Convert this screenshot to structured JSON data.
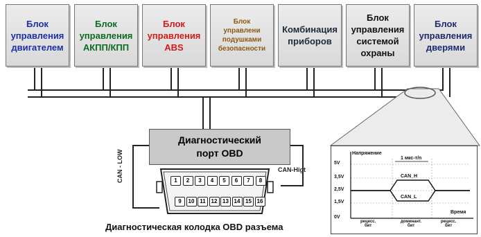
{
  "ecus": [
    {
      "label": "Блок\nуправления\nдвигателем",
      "color": "#1b2fa8"
    },
    {
      "label": "Блок\nуправления\nАКПП/КПП",
      "color": "#0d6b1f"
    },
    {
      "label": "Блок\nуправления\nABS",
      "color": "#d11a1a"
    },
    {
      "label": "Блок\nуправлени\nподушками\nбезопасности",
      "color": "#8a5a12"
    },
    {
      "label": "Комбинация\nприборов",
      "color": "#1e2a3a"
    },
    {
      "label": "Блок\nуправления\nсистемой\nохраны",
      "color": "#111111"
    },
    {
      "label": "Блок\nуправления\nдверями",
      "color": "#1e2a6e"
    }
  ],
  "diagnostic_port": {
    "label": "Диагностический\nпорт OBD"
  },
  "can_low": "CAN - LOW",
  "can_high": "CAN-Higt",
  "connector_pins_top": [
    "1",
    "2",
    "3",
    "4",
    "5",
    "6",
    "7",
    "8"
  ],
  "connector_pins_bottom": [
    "9",
    "10",
    "11",
    "12",
    "13",
    "14",
    "15",
    "16"
  ],
  "caption": "Диагностическая колодка OBD разъема",
  "scope": {
    "ylabel": "Напряжение",
    "xlabel": "Время",
    "yticks": [
      "5V",
      "3,5V",
      "2,5V",
      "1,5V",
      "0V"
    ],
    "time_label": "1 мкс-т/n",
    "can_h": "CAN_H",
    "can_l": "CAN_L",
    "bits": [
      "рецесс.\nбит",
      "доминант.\nбит",
      "рецесс.\nбит"
    ]
  }
}
